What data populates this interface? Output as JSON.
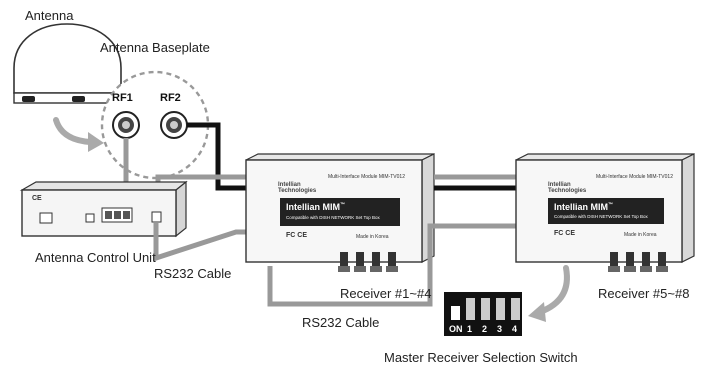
{
  "labels": {
    "antenna": "Antenna",
    "baseplate": "Antenna Baseplate",
    "rf1": "RF1",
    "rf2": "RF2",
    "acu": "Antenna Control Unit",
    "rs232_top": "RS232 Cable",
    "rs232_bottom": "RS232 Cable",
    "receivers_1_4": "Receiver #1~#4",
    "receivers_5_8": "Receiver #5~#8",
    "switch": "Master Receiver Selection Switch"
  },
  "mim_device": {
    "brand": "Intellian",
    "model": "MIM",
    "trademark": "™",
    "subtitle": "Compatible with DISH NETWORK Set Top Box",
    "logo_line1": "Intellian",
    "logo_line2": "Technologies",
    "header_text": "Multi-Interface Module     MIM-TV012",
    "made_in": "Made in Korea",
    "fc_ce": "FC CE"
  },
  "acu_device": {
    "ce_mark": "CE"
  },
  "switch": {
    "on_label": "ON",
    "positions": [
      "1",
      "2",
      "3",
      "4"
    ]
  },
  "colors": {
    "cable_gray": "#999999",
    "cable_black": "#111111",
    "arrow_gray": "#aaaaaa",
    "device_body": "#f7f7f7"
  }
}
